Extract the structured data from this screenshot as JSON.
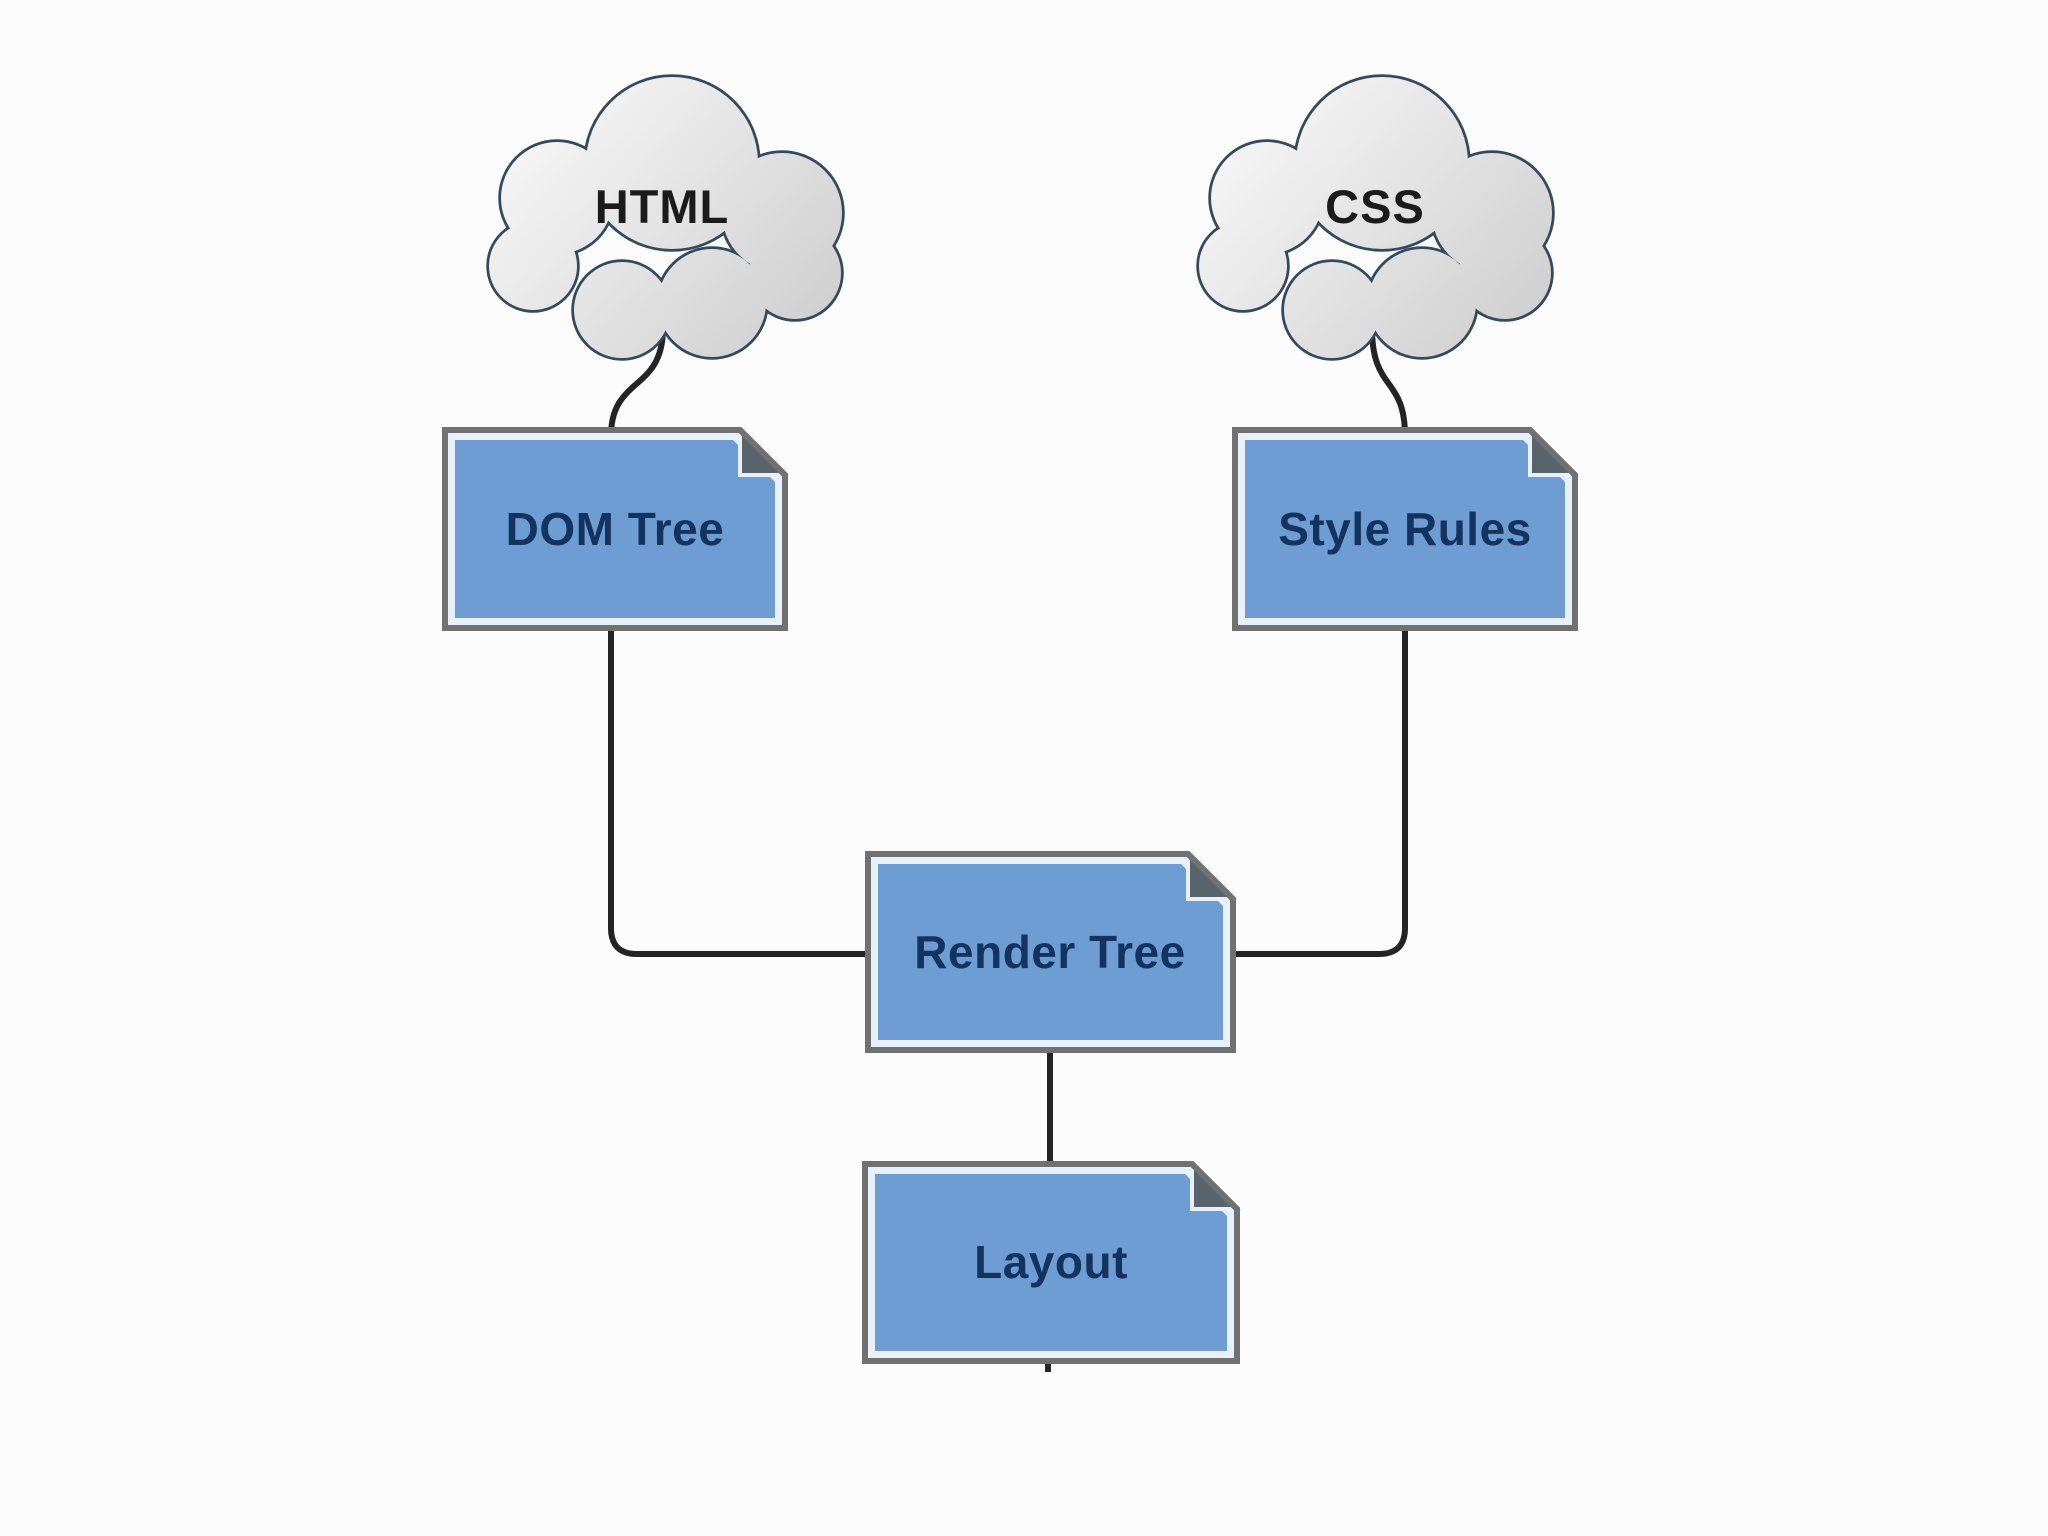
{
  "clouds": [
    {
      "label": "HTML"
    },
    {
      "label": "CSS"
    }
  ],
  "nodes": [
    {
      "label": "DOM Tree"
    },
    {
      "label": "Style Rules"
    },
    {
      "label": "Render Tree"
    },
    {
      "label": "Layout"
    }
  ],
  "connections": [
    {
      "from": "HTML",
      "to": "DOM Tree"
    },
    {
      "from": "CSS",
      "to": "Style Rules"
    },
    {
      "from": "DOM Tree",
      "to": "Render Tree"
    },
    {
      "from": "Style Rules",
      "to": "Render Tree"
    },
    {
      "from": "Render Tree",
      "to": "Layout"
    }
  ],
  "colors": {
    "node_fill": "#6d9dd3",
    "node_border": "#717171",
    "node_inner_highlight": "#e8f1fa",
    "node_fold": "#59636b",
    "node_text": "#14335f",
    "cloud_fill_light": "#f7f7f7",
    "cloud_fill_dark": "#cfcfcf",
    "cloud_border": "#334a5e",
    "cloud_text": "#1b1b1b",
    "connector": "#242424",
    "background": "#fcfcfd"
  }
}
